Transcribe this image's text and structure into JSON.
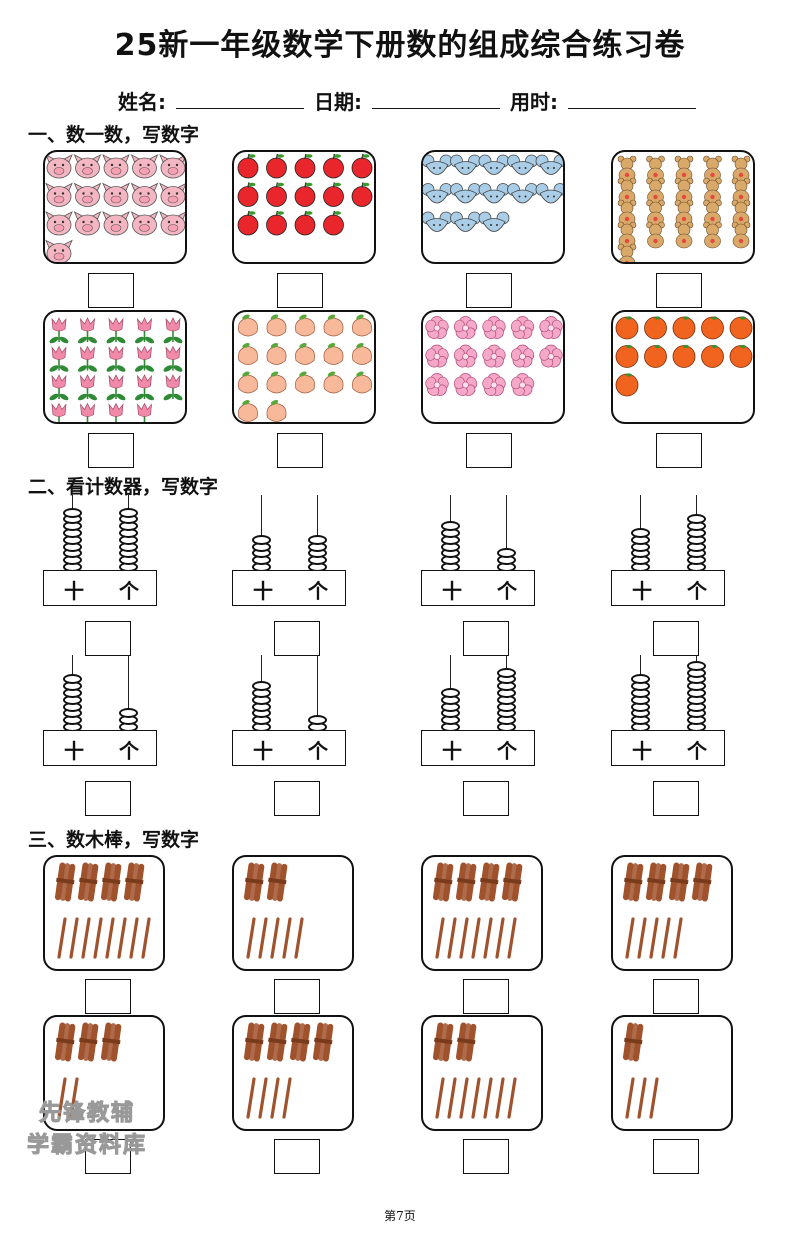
{
  "title": "25新一年级数学下册数的组成综合练习卷",
  "info": {
    "name_label": "姓名:",
    "date_label": "日期:",
    "time_label": "用时:"
  },
  "sections": {
    "s1": "一、数一数，写数字",
    "s2": "二、看计数器，写数字",
    "s3": "三、数木棒，写数字"
  },
  "counting": [
    {
      "icon": "pig-icon",
      "count": 16,
      "color": "#f4b6c2"
    },
    {
      "icon": "apple-icon",
      "count": 14,
      "color": "#e8262b"
    },
    {
      "icon": "mouse-icon",
      "count": 13,
      "color": "#a9cde6"
    },
    {
      "icon": "teddy-bear-icon",
      "count": 21,
      "color": "#d9a96a"
    },
    {
      "icon": "tulip-icon",
      "count": 19,
      "color": "#f08aa8"
    },
    {
      "icon": "peach-icon",
      "count": 17,
      "color": "#f8b89a"
    },
    {
      "icon": "flower-icon",
      "count": 14,
      "color": "#f6a8c8"
    },
    {
      "icon": "orange-icon",
      "count": 11,
      "color": "#f1641f"
    }
  ],
  "abacus": {
    "tens_label": "十",
    "ones_label": "个",
    "items": [
      {
        "tens": 9,
        "ones": 9
      },
      {
        "tens": 5,
        "ones": 5
      },
      {
        "tens": 7,
        "ones": 3
      },
      {
        "tens": 6,
        "ones": 8
      },
      {
        "tens": 8,
        "ones": 3
      },
      {
        "tens": 7,
        "ones": 2
      },
      {
        "tens": 6,
        "ones": 9
      },
      {
        "tens": 8,
        "ones": 10
      }
    ]
  },
  "sticks": [
    {
      "bundles": 4,
      "singles": 8
    },
    {
      "bundles": 2,
      "singles": 5
    },
    {
      "bundles": 4,
      "singles": 7
    },
    {
      "bundles": 4,
      "singles": 5
    },
    {
      "bundles": 3,
      "singles": 2
    },
    {
      "bundles": 4,
      "singles": 4
    },
    {
      "bundles": 2,
      "singles": 7
    },
    {
      "bundles": 1,
      "singles": 3
    }
  ],
  "colors": {
    "stick": "#a0522d"
  },
  "watermark": {
    "line1": "先锋教辅",
    "line2": "学霸资料库"
  },
  "page_number": "第7页"
}
